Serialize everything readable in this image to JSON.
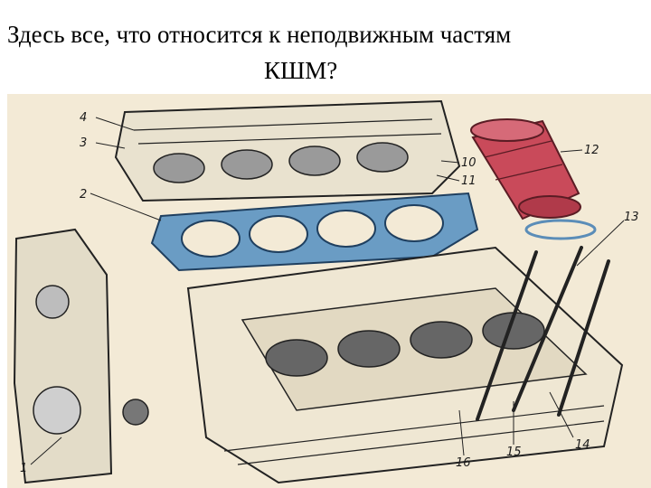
{
  "slide": {
    "title_line1": "Здесь все, что относится к неподвижным частям",
    "title_line2": "КШМ?"
  },
  "figure": {
    "callouts": [
      "1",
      "2",
      "3",
      "4",
      "10",
      "11",
      "12",
      "13",
      "14",
      "15",
      "16"
    ]
  }
}
